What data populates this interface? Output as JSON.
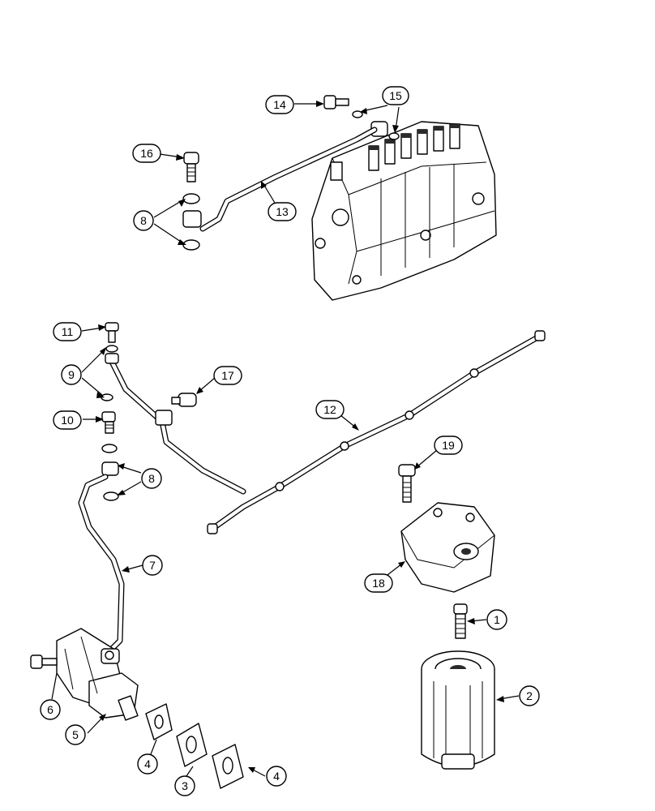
{
  "callouts": [
    {
      "id": "c14",
      "label": "14"
    },
    {
      "id": "c15",
      "label": "15"
    },
    {
      "id": "c16",
      "label": "16"
    },
    {
      "id": "c8a",
      "label": "8"
    },
    {
      "id": "c13",
      "label": "13"
    },
    {
      "id": "c11",
      "label": "11"
    },
    {
      "id": "c9",
      "label": "9"
    },
    {
      "id": "c17",
      "label": "17"
    },
    {
      "id": "c10",
      "label": "10"
    },
    {
      "id": "c8b",
      "label": "8"
    },
    {
      "id": "c12",
      "label": "12"
    },
    {
      "id": "c19",
      "label": "19"
    },
    {
      "id": "c7",
      "label": "7"
    },
    {
      "id": "c18",
      "label": "18"
    },
    {
      "id": "c1",
      "label": "1"
    },
    {
      "id": "c6",
      "label": "6"
    },
    {
      "id": "c5",
      "label": "5"
    },
    {
      "id": "c2",
      "label": "2"
    },
    {
      "id": "c4a",
      "label": "4"
    },
    {
      "id": "c3",
      "label": "3"
    },
    {
      "id": "c4b",
      "label": "4"
    }
  ]
}
